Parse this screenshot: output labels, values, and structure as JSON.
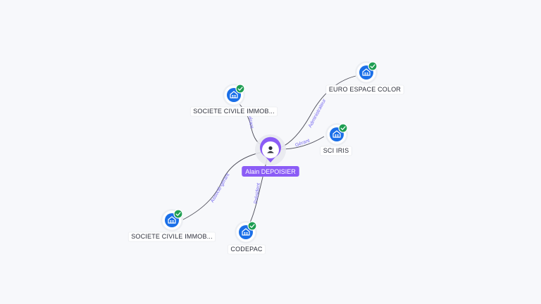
{
  "colors": {
    "background": "#f7f8fb",
    "person_accent": "#8b5cf6",
    "company_icon": "#1a6fe8",
    "verified_badge": "#1e9e52",
    "edge_label": "#7a6cf0"
  },
  "center": {
    "name": "Alain DEPOISIER",
    "icon": "person-icon"
  },
  "nodes": [
    {
      "id": "n1",
      "label": "SOCIETE CIVILE IMMOB...",
      "icon": "company-building-icon",
      "badge": "verified-check-icon"
    },
    {
      "id": "n2",
      "label": "EURO ESPACE COLOR",
      "icon": "company-building-icon",
      "badge": "verified-check-icon"
    },
    {
      "id": "n3",
      "label": "SCI IRIS",
      "icon": "company-building-icon",
      "badge": "verified-check-icon"
    },
    {
      "id": "n4",
      "label": "SOCIETE CIVILE IMMOB...",
      "icon": "company-building-icon",
      "badge": "verified-check-icon"
    },
    {
      "id": "n5",
      "label": "CODEPAC",
      "icon": "company-building-icon",
      "badge": "verified-check-icon"
    }
  ],
  "edges": [
    {
      "to": "n1",
      "label": "Gérant"
    },
    {
      "to": "n2",
      "label": "Administrateur"
    },
    {
      "to": "n3",
      "label": "Gérant"
    },
    {
      "to": "n4",
      "label": "Associé-gérant"
    },
    {
      "to": "n5",
      "label": "Président"
    }
  ]
}
